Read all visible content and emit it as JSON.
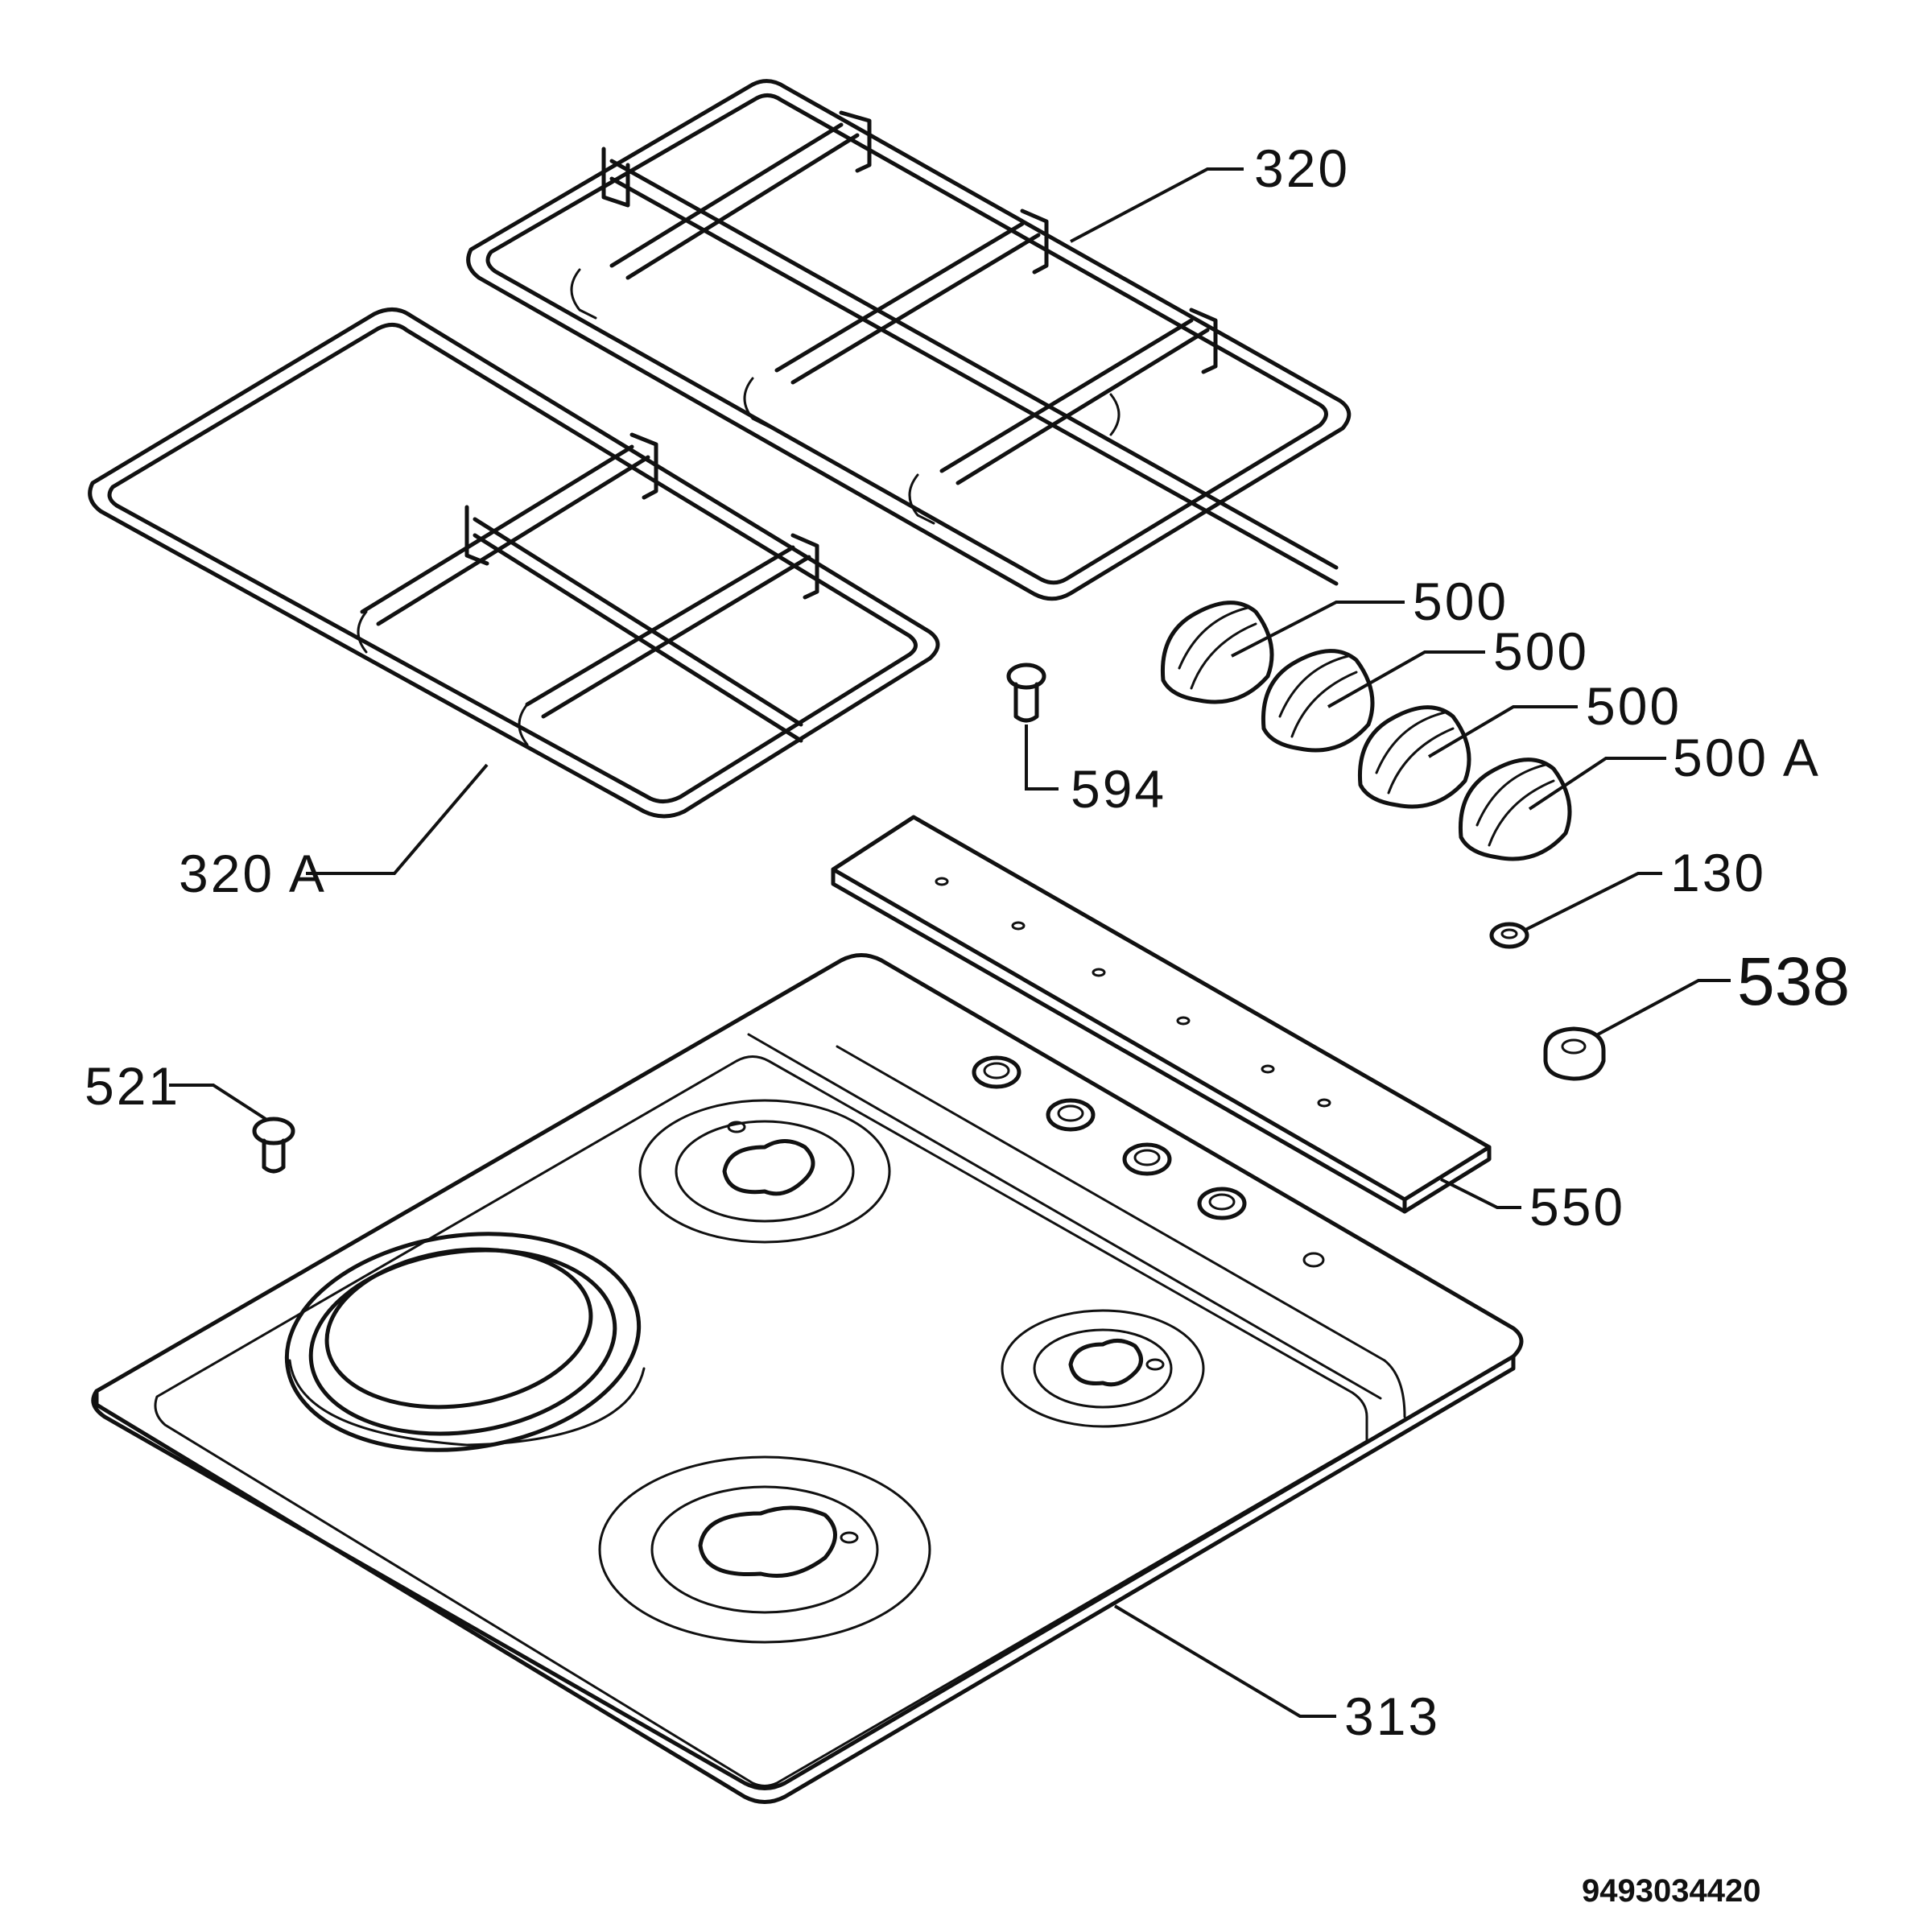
{
  "callouts": {
    "grid_main": "320",
    "grid_side": "320 A",
    "knob_1": "500",
    "knob_2": "500",
    "knob_3": "500",
    "knob_4": "500 A",
    "screw_594": "594",
    "washer": "130",
    "spring": "538",
    "cover_strip": "550",
    "screw_521": "521",
    "hob_top": "313"
  },
  "document_id": "9493034420"
}
